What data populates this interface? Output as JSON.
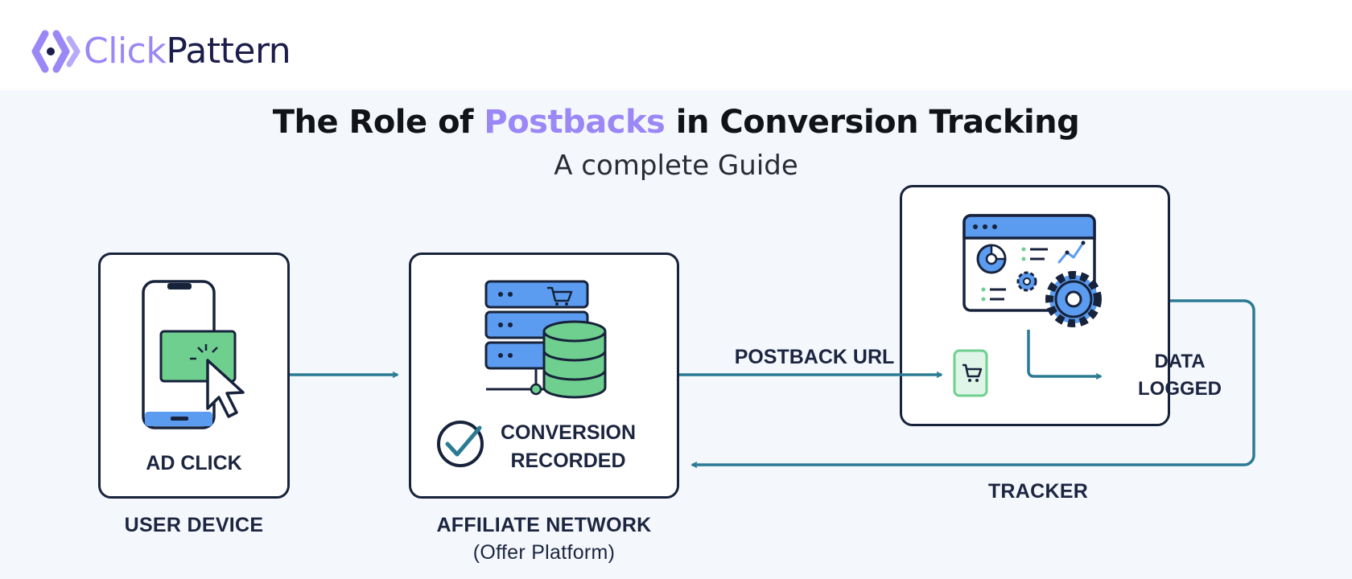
{
  "brand": {
    "part1": "Click",
    "part2": "Pattern"
  },
  "title": {
    "prefix": "The Role of ",
    "highlight": "Postbacks",
    "suffix": " in Conversion Tracking"
  },
  "subtitle": "A complete Guide",
  "nodes": {
    "device": {
      "inner_label": "AD CLICK",
      "caption": "USER DEVICE"
    },
    "network": {
      "status_line1": "CONVERSION",
      "status_line2": "RECORDED",
      "caption": "AFFILIATE NETWORK",
      "caption_sub": "(Offer Platform)"
    },
    "tracker": {
      "data_line1": "DATA",
      "data_line2": "LOGGED",
      "caption": "TRACKER"
    }
  },
  "edges": {
    "postback": "POSTBACK URL"
  },
  "colors": {
    "brand_purple": "#9b87f5",
    "outline": "#17223b",
    "arrow": "#2b7a94",
    "green": "#6fcf8f",
    "blue": "#5b9cf0"
  }
}
